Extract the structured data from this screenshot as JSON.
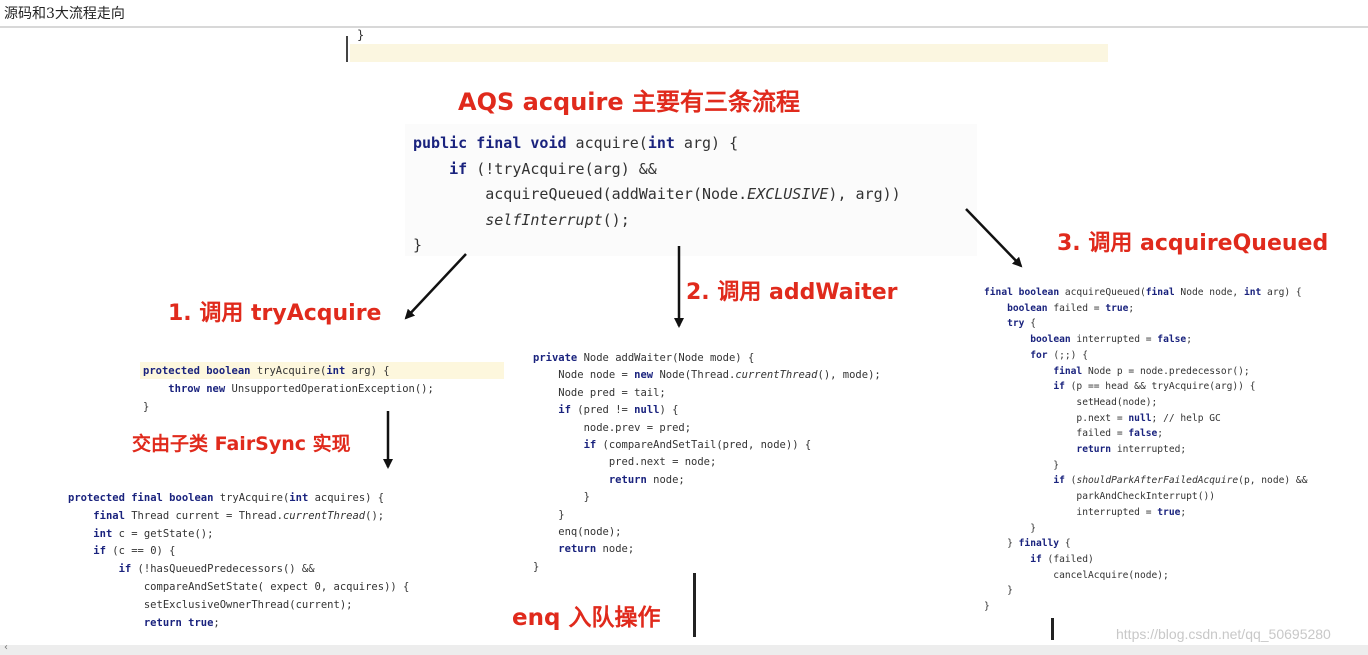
{
  "window": {
    "title": "源码和3大流程走向"
  },
  "slide": {
    "top_brace": "}",
    "main_title": "AQS acquire 主要有三条流程",
    "step1": "1. 调用 tryAcquire",
    "step2": "2. 调用 addWaiter",
    "step3": "3. 调用 acquireQueued",
    "fair_label": "交由子类 FairSync 实现",
    "enq_label": "enq 入队操作",
    "acquire_code": [
      "public final void acquire(int arg) {",
      "    if (!tryAcquire(arg) &&",
      "        acquireQueued(addWaiter(Node.EXCLUSIVE), arg))",
      "        selfInterrupt();",
      "}"
    ],
    "try_acquire_code": [
      "protected boolean tryAcquire(int arg) {",
      "    throw new UnsupportedOperationException();",
      "}"
    ],
    "fair_code": [
      "protected final boolean tryAcquire(int acquires) {",
      "    final Thread current = Thread.currentThread();",
      "    int c = getState();",
      "    if (c == 0) {",
      "        if (!hasQueuedPredecessors() &&",
      "            compareAndSetState( expect 0, acquires)) {",
      "            setExclusiveOwnerThread(current);",
      "            return true;"
    ],
    "add_waiter_code": [
      "private Node addWaiter(Node mode) {",
      "    Node node = new Node(Thread.currentThread(), mode);",
      "    Node pred = tail;",
      "    if (pred != null) {",
      "        node.prev = pred;",
      "        if (compareAndSetTail(pred, node)) {",
      "            pred.next = node;",
      "            return node;",
      "        }",
      "    }",
      "    enq(node);",
      "    return node;",
      "}"
    ],
    "acquire_queued_code": [
      "final boolean acquireQueued(final Node node, int arg) {",
      "    boolean failed = true;",
      "    try {",
      "        boolean interrupted = false;",
      "        for (;;) {",
      "            final Node p = node.predecessor();",
      "            if (p == head && tryAcquire(arg)) {",
      "                setHead(node);",
      "                p.next = null; // help GC",
      "                failed = false;",
      "                return interrupted;",
      "            }",
      "            if (shouldParkAfterFailedAcquire(p, node) &&",
      "                parkAndCheckInterrupt())",
      "                interrupted = true;",
      "        }",
      "    } finally {",
      "        if (failed)",
      "            cancelAcquire(node);",
      "    }",
      "}"
    ],
    "watermark": "https://blog.csdn.net/qq_50695280"
  },
  "colors": {
    "accent_red": "#e02a1c",
    "keyword": "#1a237e"
  }
}
